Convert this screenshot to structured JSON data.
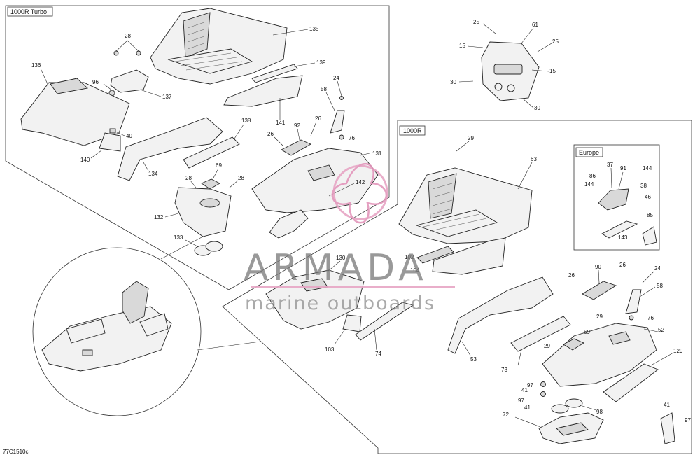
{
  "groups": {
    "turbo_title": "1000R Turbo",
    "r_title": "1000R",
    "europe_title": "Europe"
  },
  "watermark": {
    "brand": "ARMADA",
    "tagline": "marine outboards"
  },
  "reference_code": "77C1510c",
  "callouts": {
    "c135": "135",
    "c139": "139",
    "c28a": "28",
    "c137": "137",
    "c96": "96",
    "c136": "136",
    "c40": "40",
    "c140": "140",
    "c134": "134",
    "c141": "141",
    "c138": "138",
    "c24a": "24",
    "c58a": "58",
    "c26a": "26",
    "c92": "92",
    "c26b": "26",
    "c76a": "76",
    "c131": "131",
    "c69a": "69",
    "c28b": "28",
    "c28c": "28",
    "c132": "132",
    "c142": "142",
    "c133": "133",
    "c25a": "25",
    "c61": "61",
    "c25b": "25",
    "c15a": "15",
    "c15b": "15",
    "c30a": "30",
    "c30b": "30",
    "c29a": "29",
    "c63": "63",
    "c102": "102",
    "c104": "104",
    "c130": "130",
    "c103": "103",
    "c74": "74",
    "c53": "53",
    "c37": "37",
    "c91": "91",
    "c144a": "144",
    "c86": "86",
    "c144b": "144",
    "c38": "38",
    "c46": "46",
    "c85": "85",
    "c143": "143",
    "c26c": "26",
    "c90": "90",
    "c26d": "26",
    "c24b": "24",
    "c58b": "58",
    "c29b": "29",
    "c76b": "76",
    "c69b": "69",
    "c52": "52",
    "c29c": "29",
    "c73": "73",
    "c97a": "97",
    "c41a": "41",
    "c97b": "97",
    "c41b": "41",
    "c98": "98",
    "c72": "72",
    "c129": "129",
    "c41c": "41",
    "c97c": "97"
  }
}
